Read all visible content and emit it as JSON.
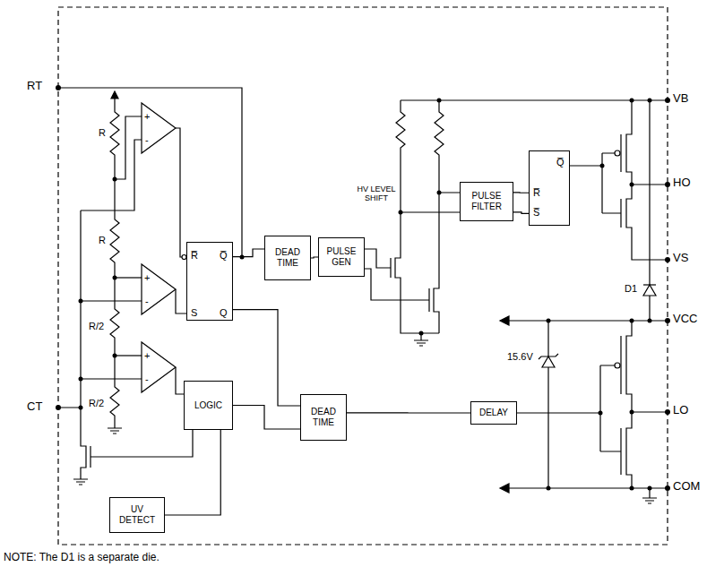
{
  "diagram": {
    "nodes": [
      {
        "text": [
          "R̅",
          "Q̅",
          "S",
          "Q"
        ]
      },
      {
        "text": [
          "DEAD TIME"
        ]
      },
      {
        "text": [
          "PULSE GEN"
        ]
      },
      {
        "text": [
          "PULSE FILTER"
        ]
      },
      {
        "text": [
          "Q̅",
          "R̅",
          "S̅"
        ]
      },
      {
        "text": [
          "LOGIC"
        ]
      },
      {
        "text": [
          "DEAD TIME"
        ]
      },
      {
        "text": [
          "DELAY"
        ]
      },
      {
        "text": [
          "UV DETECT"
        ]
      }
    ],
    "edges": [
      {
        "from": 0,
        "to": 1,
        "arrow": "none"
      },
      {
        "from": 0,
        "to": 6,
        "arrow": "none"
      },
      {
        "from": 1,
        "to": 2,
        "arrow": "none"
      },
      {
        "from": 3,
        "to": 4,
        "arrow": "none"
      },
      {
        "from": 3,
        "to": 4,
        "arrow": "none"
      },
      {
        "from": 5,
        "to": 6,
        "arrow": "none"
      },
      {
        "from": 6,
        "to": 7,
        "arrow": "none"
      },
      {
        "from": 8,
        "to": 5,
        "arrow": "none"
      }
    ],
    "labels": [
      "RT",
      "CT",
      "VB",
      "HO",
      "VS",
      "VCC",
      "LO",
      "COM",
      "R",
      "R",
      "R/2",
      "R/2",
      "+",
      "-",
      "+",
      "-",
      "+",
      "-",
      "HV LEVEL SHIFT",
      "D1",
      "15.6V",
      "NOTE: The D1 is a separate die."
    ]
  }
}
